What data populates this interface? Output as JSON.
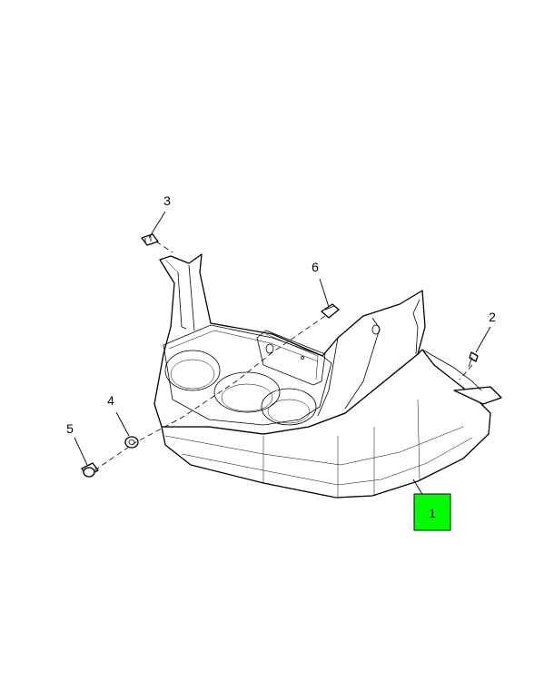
{
  "diagram": {
    "callouts": [
      {
        "id": "1",
        "label": "1",
        "highlighted": true
      },
      {
        "id": "2",
        "label": "2",
        "highlighted": false
      },
      {
        "id": "3",
        "label": "3",
        "highlighted": false
      },
      {
        "id": "4",
        "label": "4",
        "highlighted": false
      },
      {
        "id": "5",
        "label": "5",
        "highlighted": false
      },
      {
        "id": "6",
        "label": "6",
        "highlighted": false
      }
    ],
    "highlight_color": "#00ff00",
    "line_color": "#000000",
    "background_color": "#ffffff"
  }
}
